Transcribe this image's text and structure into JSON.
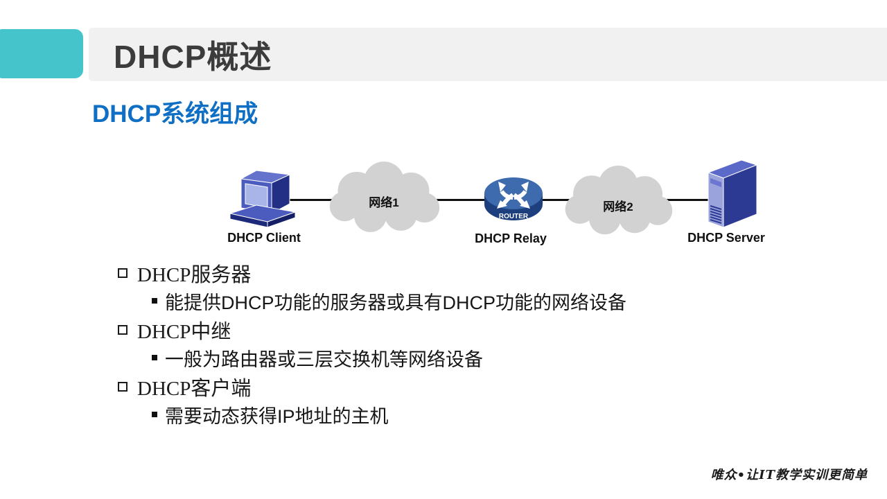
{
  "header": {
    "title": "DHCP概述",
    "subtitle": "DHCP系统组成"
  },
  "diagram": {
    "client_label": "DHCP Client",
    "relay_label": "DHCP Relay",
    "server_label": "DHCP Server",
    "network1_label": "网络1",
    "network2_label": "网络2",
    "router_text": "ROUTER"
  },
  "bullets": [
    {
      "title": "DHCP服务器",
      "detail": "能提供DHCP功能的服务器或具有DHCP功能的网络设备"
    },
    {
      "title": "DHCP中继",
      "detail": "一般为路由器或三层交换机等网络设备"
    },
    {
      "title": "DHCP客户端",
      "detail": "需要动态获得IP地址的主机"
    }
  ],
  "footer": {
    "text": "唯众•让IT教学实训更简单"
  },
  "colors": {
    "accent_teal": "#46c4cb",
    "header_bar_gray": "#f1f1f1",
    "title_text": "#3c3c3c",
    "subtitle_blue": "#0e6fc4",
    "cloud_gray": "#d2d2d2",
    "device_blue": "#4c5cbe",
    "device_dark_blue": "#222f85",
    "router_top_blue": "#3d6bad",
    "router_body_blue": "#1d3f7e",
    "connector_black": "#111111"
  }
}
